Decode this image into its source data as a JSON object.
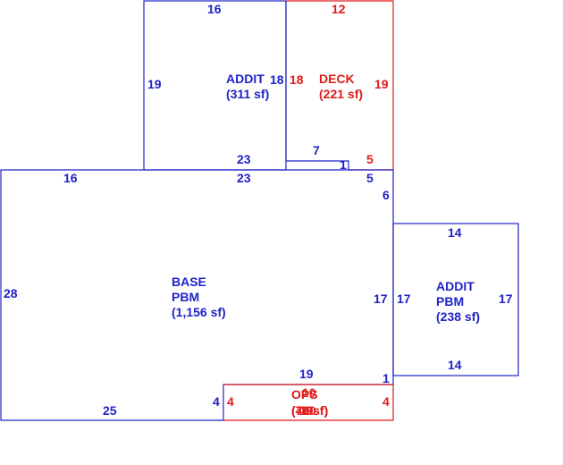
{
  "colors": {
    "primary_line": "#1f23c8",
    "secondary_line": "#e01b1b",
    "background": "#ffffff"
  },
  "areas": {
    "base": {
      "name": "BASE",
      "code": "PBM",
      "area": "(1,156 sf)"
    },
    "addit_top": {
      "name": "ADDIT",
      "area": "(311 sf)"
    },
    "deck": {
      "name": "DECK",
      "area": "(221 sf)"
    },
    "addit_right": {
      "name": "ADDIT",
      "code": "PBM",
      "area": "(238 sf)"
    },
    "ops": {
      "name": "OPS",
      "area": "(76 sf)",
      "overlap_area": "(40 sf)"
    }
  },
  "dimensions": {
    "addit_top_top": "16",
    "addit_top_left": "19",
    "addit_top_right": "18",
    "addit_top_bottom": "23",
    "deck_top": "12",
    "deck_left": "18",
    "deck_right": "19",
    "deck_notch_h": "7",
    "deck_notch_v": "1",
    "deck_bottom": "5",
    "base_top_left": "16",
    "base_top_mid": "23",
    "base_top_right": "5",
    "base_right_upper": "6",
    "base_right_lower": "17",
    "base_right_step": "1",
    "base_left": "28",
    "base_bottom": "25",
    "base_notch_v": "4",
    "ops_top": "19",
    "ops_overlap_top": "10",
    "ops_bottom": "19",
    "ops_overlap_bottom": "10",
    "ops_left": "4",
    "ops_right": "4",
    "addit_right_top": "14",
    "addit_right_left": "17",
    "addit_right_right": "17",
    "addit_right_bottom": "14"
  }
}
